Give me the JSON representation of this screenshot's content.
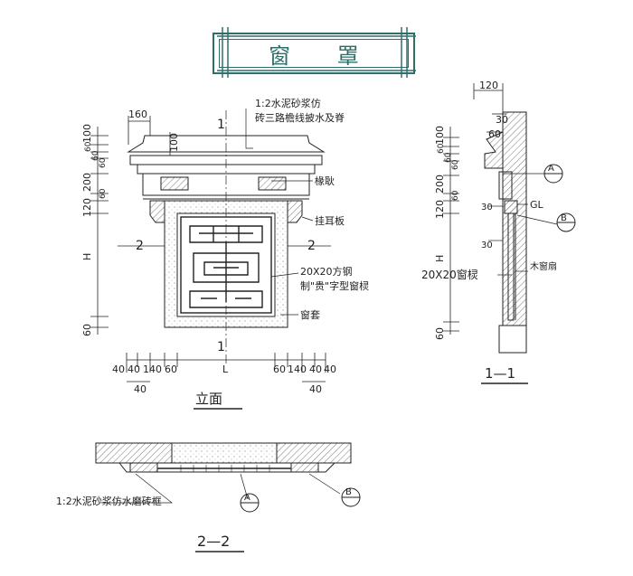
{
  "title": "窗 罩",
  "elevation": {
    "caption": "立面",
    "notes": {
      "plaster_line1": "1:2水泥砂浆仿",
      "plaster_line2": "砖三路檐线披水及脊",
      "rafter": "椽耿",
      "ear_board": "挂耳板",
      "grille_line1": "20X20方钢",
      "grille_line2": "制\"贵\"字型窗棂",
      "window_casing": "窗套"
    },
    "section_marks": {
      "top": "1",
      "bottom": "1",
      "left": "2",
      "right": "2"
    },
    "dims_left": {
      "d100": "100",
      "d60a": "60",
      "d60b": "60",
      "d60c": "60",
      "d200": "200",
      "d60d": "60",
      "d120": "120",
      "dH": "H",
      "d60e": "60"
    },
    "dims_top": {
      "d160": "160",
      "d100": "100"
    },
    "dims_bottom": {
      "left": [
        "40",
        "40",
        "140",
        "60"
      ],
      "center": "L",
      "right": [
        "60",
        "140",
        "40",
        "40"
      ],
      "below_left": "40",
      "below_right": "40"
    }
  },
  "section_11": {
    "caption": "1—1",
    "dims_top": {
      "d120": "120",
      "d30": "30",
      "d60": "60"
    },
    "dims_left": {
      "d100": "100",
      "d60a": "60",
      "d60b": "60",
      "d60c": "60",
      "d200": "200",
      "d60d": "60",
      "d120": "120",
      "dH": "H",
      "d60e": "60"
    },
    "dims_inner": {
      "d30a": "30",
      "d30b": "30"
    },
    "labels": {
      "gl": "GL",
      "grille": "20X20窗棂",
      "sash": "木窗扇"
    },
    "callouts": {
      "a": "A",
      "b": "B"
    }
  },
  "section_22": {
    "caption": "2—2",
    "note": "1:2水泥砂浆仿水磨砖框",
    "callouts": {
      "a": "A",
      "b": "B"
    }
  },
  "colors": {
    "title": "#2e6f6a",
    "line": "#222222",
    "hatch": "#555555",
    "stipple": "#888888"
  }
}
